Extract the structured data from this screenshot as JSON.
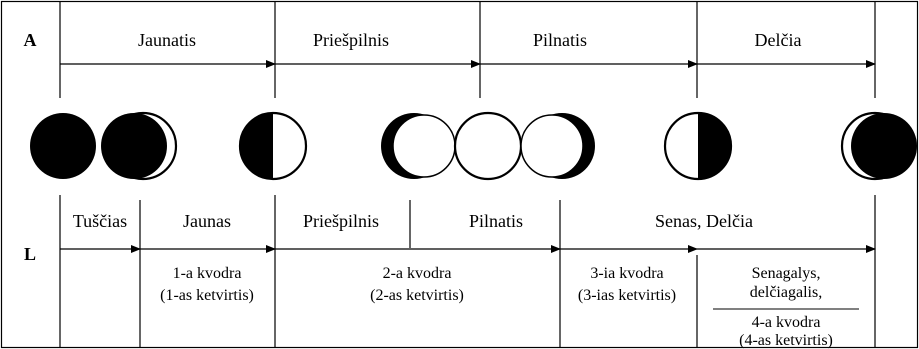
{
  "row_a": {
    "label": "A",
    "phases": [
      "Jaunatis",
      "Priešpilnis",
      "Pilnatis",
      "Delčia"
    ]
  },
  "row_l": {
    "label": "L",
    "phases": [
      "Tuščias",
      "Jaunas",
      "Priešpilnis",
      "Pilnatis",
      "Senas, Delčia"
    ],
    "quarters": [
      {
        "line1": "1-a kvodra",
        "line2": "(1-as ketvirtis)"
      },
      {
        "line1": "2-a kvodra",
        "line2": "(2-as ketvirtis)"
      },
      {
        "line1": "3-ia kvodra",
        "line2": "(3-ias ketvirtis)"
      }
    ],
    "fourth": {
      "line1": "Senagalys,",
      "line2": "delčiagalis,",
      "line3": "4-a kvodra",
      "line4": "(4-as ketvirtis)"
    }
  },
  "moons": [
    "new-moon",
    "waxing-crescent",
    "first-quarter",
    "waxing-gibbous",
    "full-moon",
    "waning-gibbous",
    "last-quarter",
    "waning-crescent"
  ]
}
